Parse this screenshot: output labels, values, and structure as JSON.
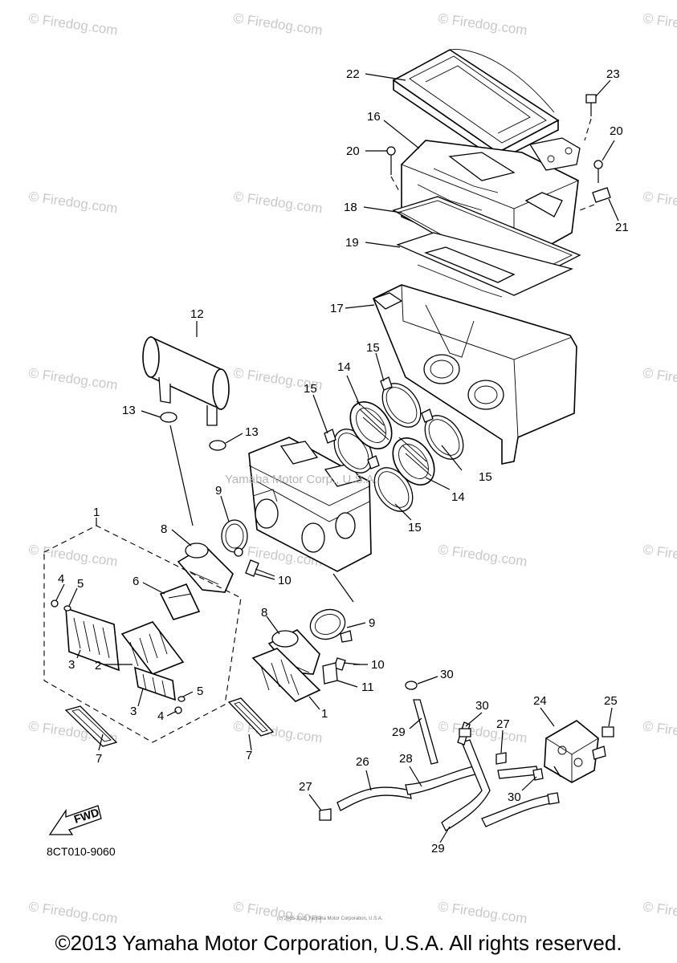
{
  "watermark": {
    "site": "Firedog.com"
  },
  "diagram": {
    "center_watermark": "Yamaha Motor Corp., U.S.A.",
    "small_print": "(c) 2005-2015 Yamaha Motor Corporation, U.S.A.",
    "drawing_code": "8CT010-9060",
    "fwd_label": "FWD"
  },
  "callouts": [
    {
      "id": "c22",
      "label": "22"
    },
    {
      "id": "c23",
      "label": "23"
    },
    {
      "id": "c16",
      "label": "16"
    },
    {
      "id": "c20a",
      "label": "20"
    },
    {
      "id": "c20b",
      "label": "20"
    },
    {
      "id": "c18",
      "label": "18"
    },
    {
      "id": "c21",
      "label": "21"
    },
    {
      "id": "c19",
      "label": "19"
    },
    {
      "id": "c17",
      "label": "17"
    },
    {
      "id": "c12",
      "label": "12"
    },
    {
      "id": "c15a",
      "label": "15"
    },
    {
      "id": "c14a",
      "label": "14"
    },
    {
      "id": "c15b",
      "label": "15"
    },
    {
      "id": "c13a",
      "label": "13"
    },
    {
      "id": "c13b",
      "label": "13"
    },
    {
      "id": "c15c",
      "label": "15"
    },
    {
      "id": "c14b",
      "label": "14"
    },
    {
      "id": "c15d",
      "label": "15"
    },
    {
      "id": "c9a",
      "label": "9"
    },
    {
      "id": "c1a",
      "label": "1"
    },
    {
      "id": "c8a",
      "label": "8"
    },
    {
      "id": "c10a",
      "label": "10"
    },
    {
      "id": "c4a",
      "label": "4"
    },
    {
      "id": "c5a",
      "label": "5"
    },
    {
      "id": "c6",
      "label": "6"
    },
    {
      "id": "c8b",
      "label": "8"
    },
    {
      "id": "c9b",
      "label": "9"
    },
    {
      "id": "c3a",
      "label": "3"
    },
    {
      "id": "c2",
      "label": "2"
    },
    {
      "id": "c10b",
      "label": "10"
    },
    {
      "id": "c11",
      "label": "11"
    },
    {
      "id": "c30a",
      "label": "30"
    },
    {
      "id": "c5b",
      "label": "5"
    },
    {
      "id": "c3b",
      "label": "3"
    },
    {
      "id": "c4b",
      "label": "4"
    },
    {
      "id": "c1b",
      "label": "1"
    },
    {
      "id": "c30b",
      "label": "30"
    },
    {
      "id": "c24",
      "label": "24"
    },
    {
      "id": "c25",
      "label": "25"
    },
    {
      "id": "c29a",
      "label": "29"
    },
    {
      "id": "c27a",
      "label": "27"
    },
    {
      "id": "c7a",
      "label": "7"
    },
    {
      "id": "c7b",
      "label": "7"
    },
    {
      "id": "c26",
      "label": "26"
    },
    {
      "id": "c28",
      "label": "28"
    },
    {
      "id": "c30c",
      "label": "30"
    },
    {
      "id": "c27b",
      "label": "27"
    },
    {
      "id": "c29b",
      "label": "29"
    }
  ],
  "footer": {
    "copyright": "©2013 Yamaha Motor Corporation, U.S.A. All rights reserved."
  }
}
